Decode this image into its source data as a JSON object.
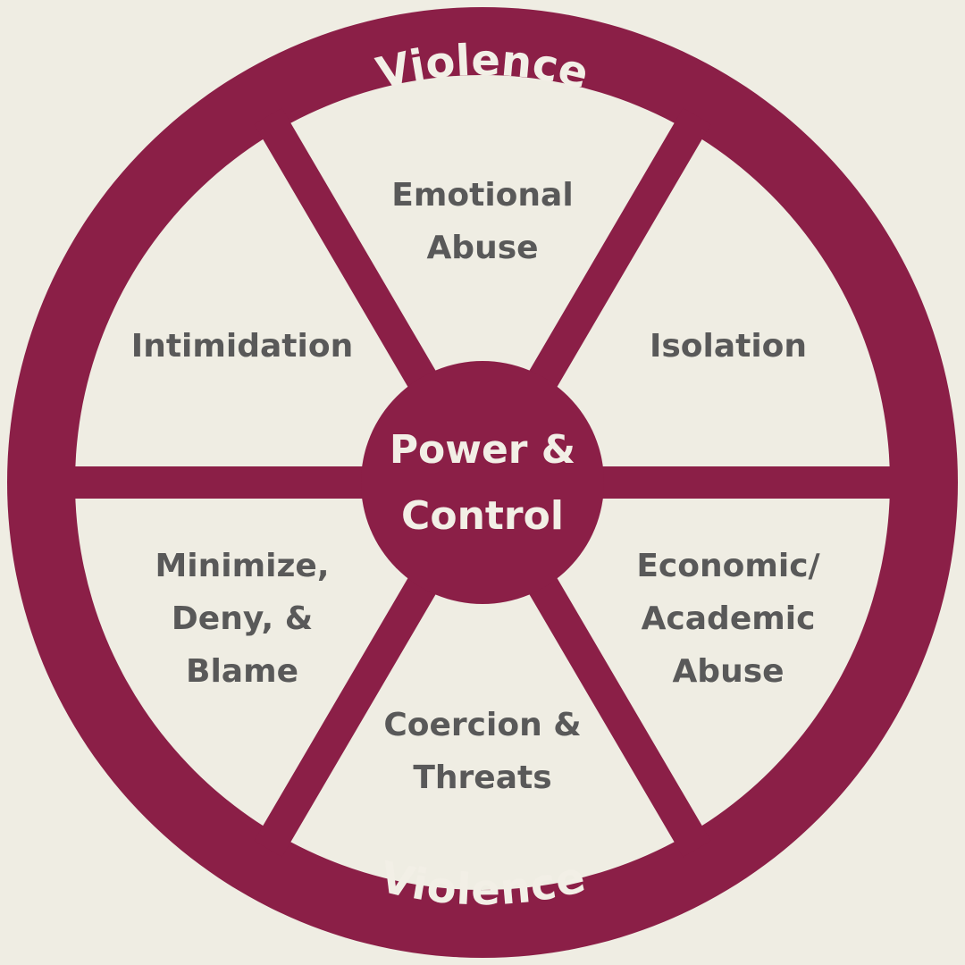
{
  "colors": {
    "background": "#EFEDE3",
    "wheel": "#8B1F47",
    "segment_fill": "#EFEDE3",
    "segment_text": "#595959",
    "wheel_text": "#F2EFE6"
  },
  "rim": {
    "top_label": "Violence",
    "bottom_label": "Violence"
  },
  "hub": {
    "line1": "Power &",
    "line2": "Control"
  },
  "segments": {
    "top": {
      "line1": "Emotional",
      "line2": "Abuse"
    },
    "upper_right": {
      "line1": "Isolation"
    },
    "lower_right": {
      "line1": "Economic/",
      "line2": "Academic",
      "line3": "Abuse"
    },
    "bottom": {
      "line1": "Coercion &",
      "line2": "Threats"
    },
    "lower_left": {
      "line1": "Minimize,",
      "line2": "Deny, &",
      "line3": "Blame"
    },
    "upper_left": {
      "line1": "Intimidation"
    }
  }
}
